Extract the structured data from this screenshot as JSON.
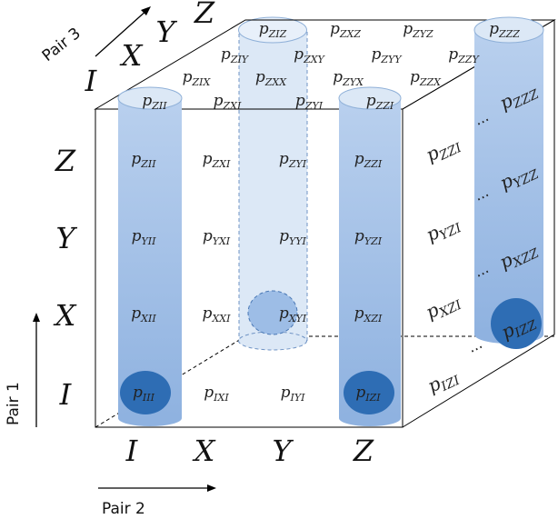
{
  "axes": {
    "pair1_label": "Pair 1",
    "pair2_label": "Pair 2",
    "pair3_label": "Pair 3",
    "row_labels": [
      "Z",
      "Y",
      "X",
      "I"
    ],
    "column_labels": [
      "I",
      "X",
      "Y",
      "Z"
    ],
    "depth_labels": [
      "I",
      "X",
      "Y",
      "Z"
    ]
  },
  "front_face": [
    [
      {
        "base": "p",
        "sub": "ZII"
      },
      {
        "base": "p",
        "sub": "ZXI"
      },
      {
        "base": "p",
        "sub": "ZYI"
      },
      {
        "base": "p",
        "sub": "ZZI"
      }
    ],
    [
      {
        "base": "p",
        "sub": "YII"
      },
      {
        "base": "p",
        "sub": "YXI"
      },
      {
        "base": "p",
        "sub": "YYI"
      },
      {
        "base": "p",
        "sub": "YZI"
      }
    ],
    [
      {
        "base": "p",
        "sub": "XII"
      },
      {
        "base": "p",
        "sub": "XXI"
      },
      {
        "base": "p",
        "sub": "XYI"
      },
      {
        "base": "p",
        "sub": "XZI"
      }
    ],
    [
      {
        "base": "p",
        "sub": "III"
      },
      {
        "base": "p",
        "sub": "IXI"
      },
      {
        "base": "p",
        "sub": "IYI"
      },
      {
        "base": "p",
        "sub": "IZI"
      }
    ]
  ],
  "top_face": [
    [
      {
        "base": "p",
        "sub": "ZIZ"
      },
      {
        "base": "p",
        "sub": "ZXZ"
      },
      {
        "base": "p",
        "sub": "ZYZ"
      },
      {
        "base": "p",
        "sub": "ZZZ"
      }
    ],
    [
      {
        "base": "p",
        "sub": "ZIY"
      },
      {
        "base": "p",
        "sub": "ZXY"
      },
      {
        "base": "p",
        "sub": "ZYY"
      },
      {
        "base": "p",
        "sub": "ZZY"
      }
    ],
    [
      {
        "base": "p",
        "sub": "ZIX"
      },
      {
        "base": "p",
        "sub": "ZXX"
      },
      {
        "base": "p",
        "sub": "ZYX"
      },
      {
        "base": "p",
        "sub": "ZZX"
      }
    ],
    [
      {
        "base": "p",
        "sub": "ZII"
      },
      {
        "base": "p",
        "sub": "ZXI"
      },
      {
        "base": "p",
        "sub": "ZYI"
      },
      {
        "base": "p",
        "sub": "ZZI"
      }
    ]
  ],
  "side_face_front": [
    {
      "base": "p",
      "sub": "ZZI"
    },
    {
      "base": "p",
      "sub": "YZI"
    },
    {
      "base": "p",
      "sub": "XZI"
    },
    {
      "base": "p",
      "sub": "IZI"
    }
  ],
  "side_face_back": [
    {
      "base": "p",
      "sub": "ZZZ"
    },
    {
      "base": "p",
      "sub": "YZZ"
    },
    {
      "base": "p",
      "sub": "XZZ"
    },
    {
      "base": "p",
      "sub": "IZZ"
    }
  ],
  "ellipsis": "...",
  "colors": {
    "cylinder": "#9dbde6",
    "cylinder_light": "#dce8f6",
    "highlight": "#2e6db4",
    "edge": "#000000"
  }
}
